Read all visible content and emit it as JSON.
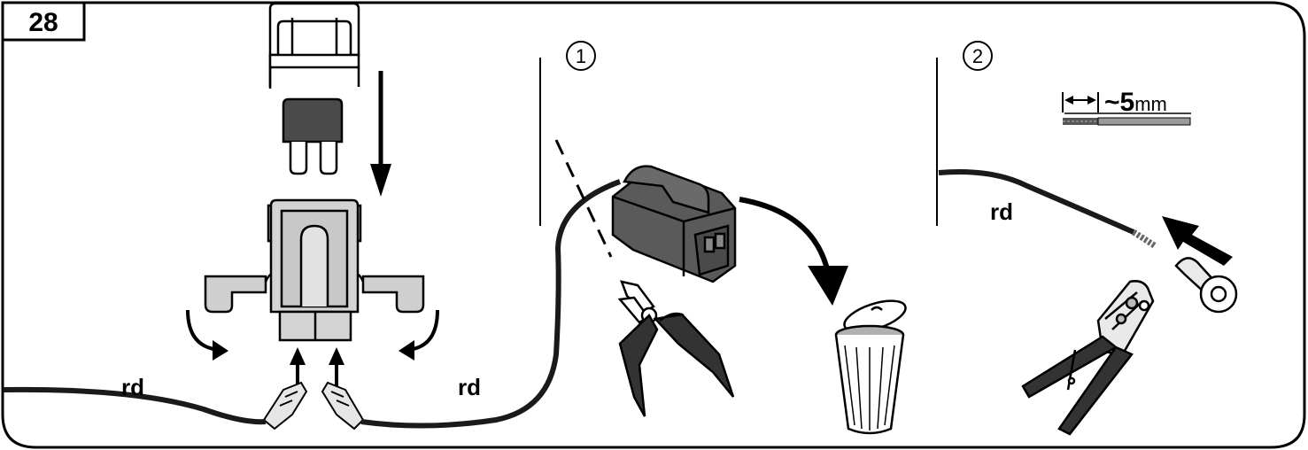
{
  "step": {
    "number": "28"
  },
  "panels": [
    {
      "marker": "",
      "wire_labels": [
        "rd",
        "rd"
      ]
    },
    {
      "marker": "1"
    },
    {
      "marker": "2",
      "wire_label": "rd",
      "strip_length_prefix": "~",
      "strip_length_value": "5",
      "strip_length_unit": "mm"
    }
  ],
  "colors": {
    "wire": "#1a1a1a",
    "connector_dark": "#595959",
    "housing_light": "#d4d4d4",
    "outline": "#000000"
  },
  "icons": [
    "fuse-clip",
    "blade-fuse",
    "fuse-holder",
    "wire-terminal",
    "connector-plug",
    "side-cutter-pliers",
    "trash-bin",
    "crimping-tool",
    "ring-terminal",
    "stripped-wire"
  ]
}
